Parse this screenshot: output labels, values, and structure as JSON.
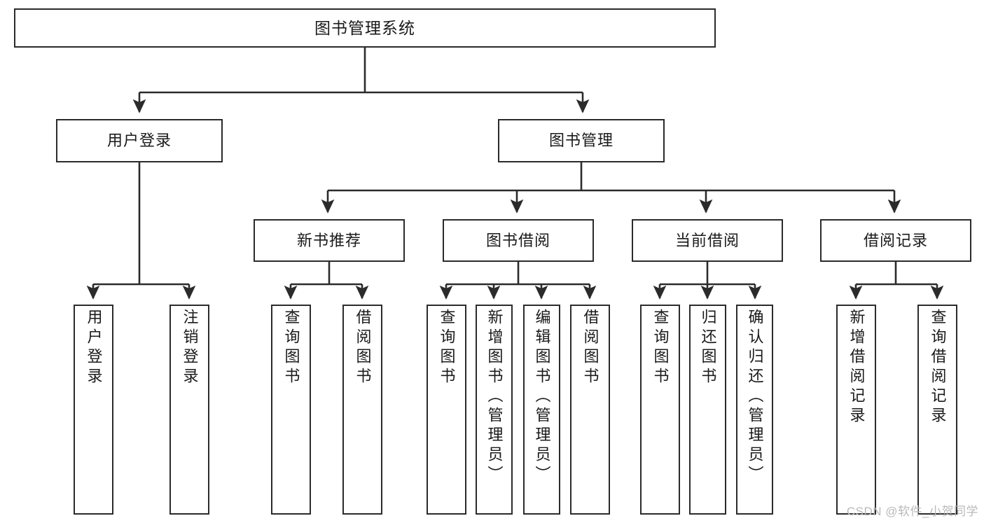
{
  "diagram": {
    "type": "tree-hierarchy",
    "title": "图书管理系统",
    "watermark": "CSDN @软件_小贺同学",
    "colors": {
      "stroke": "#2b2b2b",
      "fill": "#ffffff",
      "text": "#1a1a1a",
      "watermark": "#b9b9b9"
    },
    "levels": [
      {
        "level": 0,
        "nodes": [
          {
            "id": "root",
            "label": "图书管理系统",
            "orientation": "horizontal"
          }
        ]
      },
      {
        "level": 1,
        "nodes": [
          {
            "id": "login",
            "label": "用户登录",
            "orientation": "horizontal"
          },
          {
            "id": "bookmgmt",
            "label": "图书管理",
            "orientation": "horizontal"
          }
        ]
      },
      {
        "level": 2,
        "nodes": [
          {
            "id": "newbook",
            "label": "新书推荐",
            "orientation": "horizontal"
          },
          {
            "id": "borrow",
            "label": "图书借阅",
            "orientation": "horizontal"
          },
          {
            "id": "current",
            "label": "当前借阅",
            "orientation": "horizontal"
          },
          {
            "id": "records",
            "label": "借阅记录",
            "orientation": "horizontal"
          }
        ]
      },
      {
        "level": 3,
        "nodes": [
          {
            "id": "leaf-1",
            "label": "用户登录",
            "parent": "login",
            "orientation": "vertical"
          },
          {
            "id": "leaf-2",
            "label": "注销登录",
            "parent": "login",
            "orientation": "vertical"
          },
          {
            "id": "leaf-3",
            "label": "查询图书",
            "parent": "newbook",
            "orientation": "vertical"
          },
          {
            "id": "leaf-4",
            "label": "借阅图书",
            "parent": "newbook",
            "orientation": "vertical"
          },
          {
            "id": "leaf-5",
            "label": "查询图书",
            "parent": "borrow",
            "orientation": "vertical"
          },
          {
            "id": "leaf-6",
            "label": "新增图书（管理员）",
            "parent": "borrow",
            "orientation": "vertical"
          },
          {
            "id": "leaf-7",
            "label": "编辑图书（管理员）",
            "parent": "borrow",
            "orientation": "vertical"
          },
          {
            "id": "leaf-8",
            "label": "借阅图书",
            "parent": "borrow",
            "orientation": "vertical"
          },
          {
            "id": "leaf-9",
            "label": "查询图书",
            "parent": "current",
            "orientation": "vertical"
          },
          {
            "id": "leaf-10",
            "label": "归还图书",
            "parent": "current",
            "orientation": "vertical"
          },
          {
            "id": "leaf-11",
            "label": "确认归还（管理员）",
            "parent": "current",
            "orientation": "vertical"
          },
          {
            "id": "leaf-12",
            "label": "新增借阅记录",
            "parent": "records",
            "orientation": "vertical"
          },
          {
            "id": "leaf-13",
            "label": "查询借阅记录",
            "parent": "records",
            "orientation": "vertical"
          }
        ]
      }
    ],
    "edges": [
      {
        "from": "root",
        "to": "login"
      },
      {
        "from": "root",
        "to": "bookmgmt"
      },
      {
        "from": "bookmgmt",
        "to": "newbook"
      },
      {
        "from": "bookmgmt",
        "to": "borrow"
      },
      {
        "from": "bookmgmt",
        "to": "current"
      },
      {
        "from": "bookmgmt",
        "to": "records"
      },
      {
        "from": "login",
        "to": "leaf-1"
      },
      {
        "from": "login",
        "to": "leaf-2"
      },
      {
        "from": "newbook",
        "to": "leaf-3"
      },
      {
        "from": "newbook",
        "to": "leaf-4"
      },
      {
        "from": "borrow",
        "to": "leaf-5"
      },
      {
        "from": "borrow",
        "to": "leaf-6"
      },
      {
        "from": "borrow",
        "to": "leaf-7"
      },
      {
        "from": "borrow",
        "to": "leaf-8"
      },
      {
        "from": "current",
        "to": "leaf-9"
      },
      {
        "from": "current",
        "to": "leaf-10"
      },
      {
        "from": "current",
        "to": "leaf-11"
      },
      {
        "from": "records",
        "to": "leaf-12"
      },
      {
        "from": "records",
        "to": "leaf-13"
      }
    ]
  }
}
